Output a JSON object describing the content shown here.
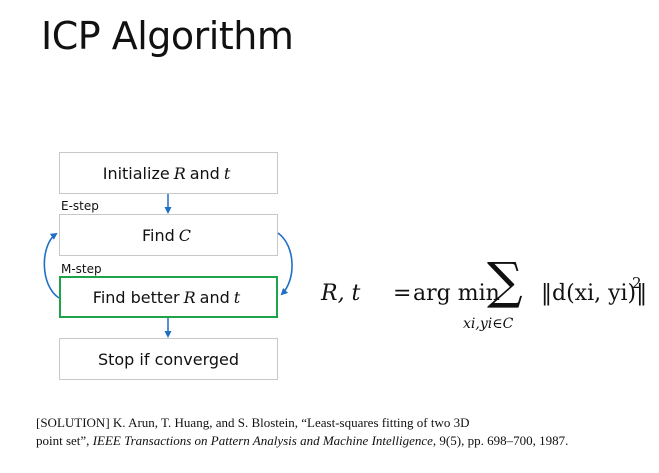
{
  "slide": {
    "title": "ICP Algorithm"
  },
  "flowchart": {
    "steps": [
      {
        "pre": "Initialize",
        "sym1": "R",
        "mid": "and",
        "sym2": "t"
      },
      {
        "pre": "Find",
        "sym1": "C"
      },
      {
        "pre": "Find better",
        "sym1": "R",
        "mid": "and",
        "sym2": "t"
      },
      {
        "pre": "Stop if converged"
      }
    ],
    "labels": {
      "e_step": "E-step",
      "m_step": "M-step"
    },
    "colors": {
      "arrow": "#1f6fc5",
      "highlight_border": "#1fa34a",
      "box_border": "#c8c8c8"
    }
  },
  "equation": {
    "lhs": "R, t",
    "op": "=",
    "argmin": "arg min",
    "sum_symbol": "∑",
    "subscript": "xi,yi∈C",
    "norm_text": "‖d(xi, yi)‖",
    "power": "2"
  },
  "citation": {
    "line1": "[SOLUTION]  K. Arun, T. Huang, and S. Blostein, “Least-squares  fitting of two 3D",
    "line2_plain": "point set”, ",
    "line2_italic": "IEEE Transactions on Pattern Analysis and Machine Intelligence",
    "line2_tail": ",  9(5), pp. 698–700, 1987."
  }
}
